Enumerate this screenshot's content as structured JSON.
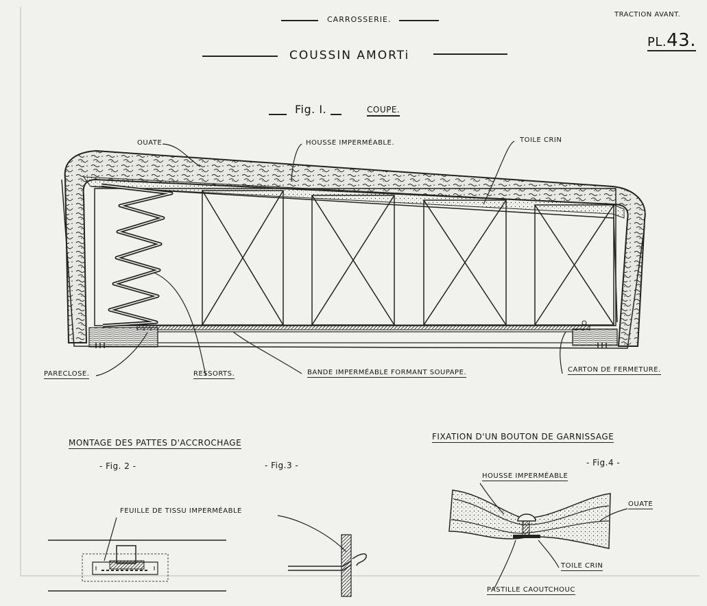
{
  "header": {
    "section": "CARROSSERIE.",
    "title": "COUSSIN AMORTi",
    "series": "TRACTION AVANT.",
    "plate_prefix": "PL.",
    "plate_number": "43."
  },
  "fig1": {
    "label": "Fig. I.",
    "view": "COUPE.",
    "callouts": {
      "ouate": "OUATE.",
      "housse": "HOUSSE IMPERMÉABLE.",
      "toile": "TOILE CRIN",
      "pareclose": "PARECLOSE.",
      "ressorts": "RESSORTS.",
      "bande": "BANDE IMPERMÉABLE FORMANT SOUPAPE.",
      "carton": "CARTON DE FERMETURE."
    }
  },
  "montage": {
    "title": "MONTAGE DES PATTES D'ACCROCHAGE",
    "fig2": "- Fig. 2 -",
    "fig3": "- Fig.3 -",
    "feuille": "FEUILLE DE TISSU IMPERMÉABLE"
  },
  "fixation": {
    "title": "FIXATION D'UN BOUTON DE GARNISSAGE",
    "fig4": "- Fig.4 -",
    "housse": "HOUSSE IMPERMÉABLE",
    "ouate": "OUATE",
    "toile": "TOILE CRIN",
    "pastille": "PASTILLE CAOUTCHOUC"
  },
  "colors": {
    "paper": "#f1f1ee",
    "ink": "#1a1a1a"
  }
}
